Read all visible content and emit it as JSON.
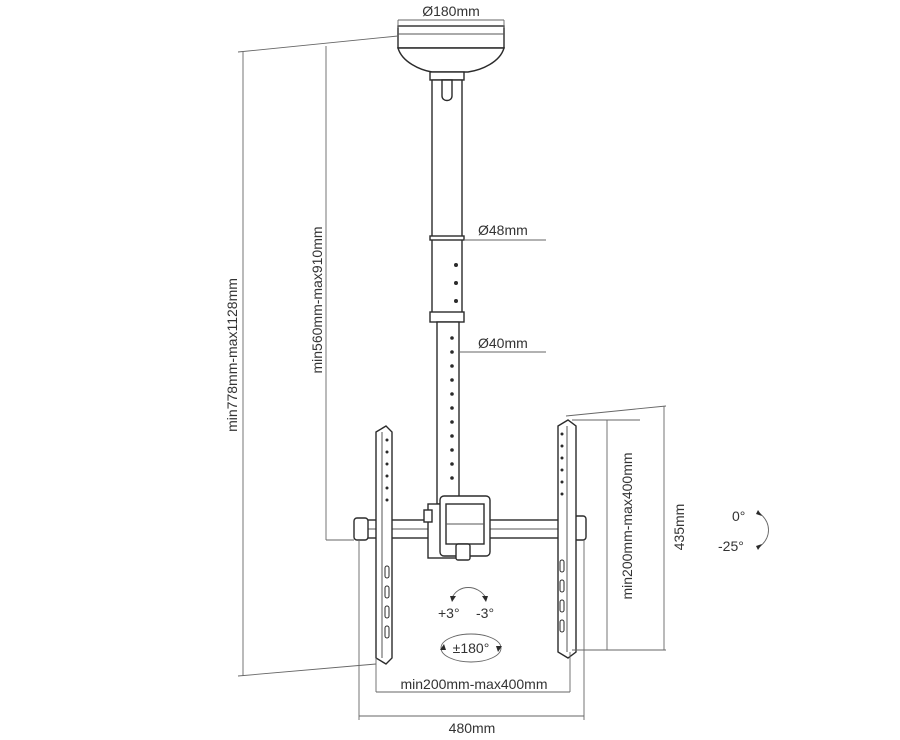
{
  "colors": {
    "line": "#2b2b2b",
    "dimension": "#666666",
    "text": "#333333",
    "background": "#ffffff"
  },
  "dimensions": {
    "plate_diameter": "Ø180mm",
    "upper_pole_diameter": "Ø48mm",
    "lower_pole_diameter": "Ø40mm",
    "overall_height": "min778mm-max1128mm",
    "pole_height": "min560mm-max910mm",
    "vesa_vertical": "min200mm-max400mm",
    "arm_height": "435mm",
    "vesa_horizontal": "min200mm-max400mm",
    "overall_width": "480mm"
  },
  "adjustments": {
    "tilt_top": "0°",
    "tilt_bottom": "-25°",
    "level_left": "+3°",
    "level_right": "-3°",
    "swivel": "±180°"
  }
}
